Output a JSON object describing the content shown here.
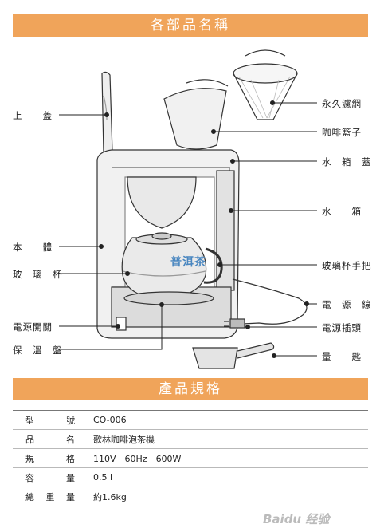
{
  "sections": {
    "parts_title": "各部品名稱",
    "specs_title": "產品規格"
  },
  "parts_left": [
    "上　　蓋",
    "本　　體",
    "玻　璃　杯",
    "電源開關",
    "保　溫　盤"
  ],
  "parts_right": [
    "永久濾網",
    "咖啡籃子",
    "水　箱　蓋",
    "水　　箱",
    "玻璃杯手把",
    "電　源　線",
    "電源插頭",
    "量　　匙"
  ],
  "specs": [
    {
      "label": "型號",
      "value": "CO-006"
    },
    {
      "label": "品名",
      "value": "歌林咖啡泡茶機"
    },
    {
      "label": "規格",
      "value": "110V　60Hz　600W"
    },
    {
      "label": "容量",
      "value": "0.5 l"
    },
    {
      "label": "總重量",
      "value": "約1.6kg"
    }
  ],
  "overlay_text": "普洱茶",
  "watermark": "Baidu 经验"
}
